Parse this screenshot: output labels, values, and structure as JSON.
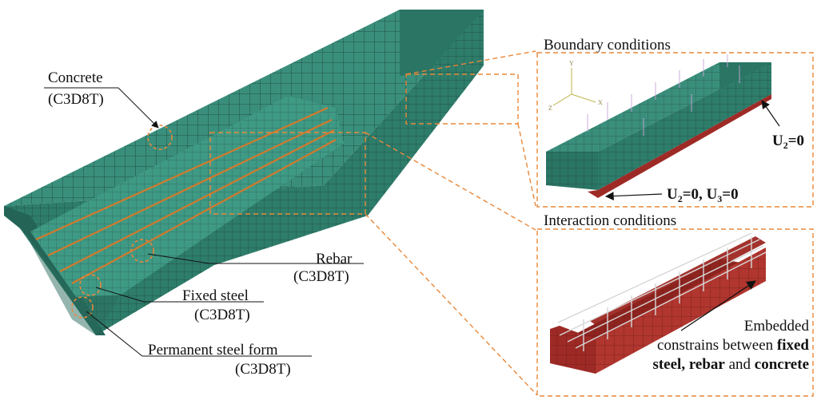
{
  "main_model": {
    "labels": {
      "concrete": {
        "name": "Concrete",
        "element": "(C3D8T)"
      },
      "rebar": {
        "name": "Rebar",
        "element": "(C3D8T)"
      },
      "fixed_steel": {
        "name": "Fixed steel",
        "element": "(C3D8T)"
      },
      "steel_form": {
        "name": "Permanent steel form",
        "element": "(C3D8T)"
      }
    }
  },
  "boundary_panel": {
    "title": "Boundary conditions",
    "bc_right": {
      "var": "U",
      "sub": "2",
      "rest": "=0"
    },
    "bc_bottom": {
      "var1": "U",
      "sub1": "2",
      "mid": "=0, ",
      "var2": "U",
      "sub2": "3",
      "rest": "=0"
    },
    "axes": {
      "y": "Y",
      "z": "Z",
      "x": "X"
    }
  },
  "interaction_panel": {
    "title": "Interaction conditions",
    "line1": "Embedded",
    "line2_plain": "constrains between ",
    "line2_bold": "fixed",
    "line3_bold1": "steel, rebar",
    "line3_plain": " and ",
    "line3_bold2": "concrete"
  },
  "colors": {
    "concrete": "#2e7d6b",
    "concrete_top": "#3a8f7c",
    "concrete_side": "#236457",
    "rebar": "#d27a2c",
    "steel_form": "#9e2a26",
    "callout": "#e8883a",
    "mesh": "#1a3b33"
  }
}
